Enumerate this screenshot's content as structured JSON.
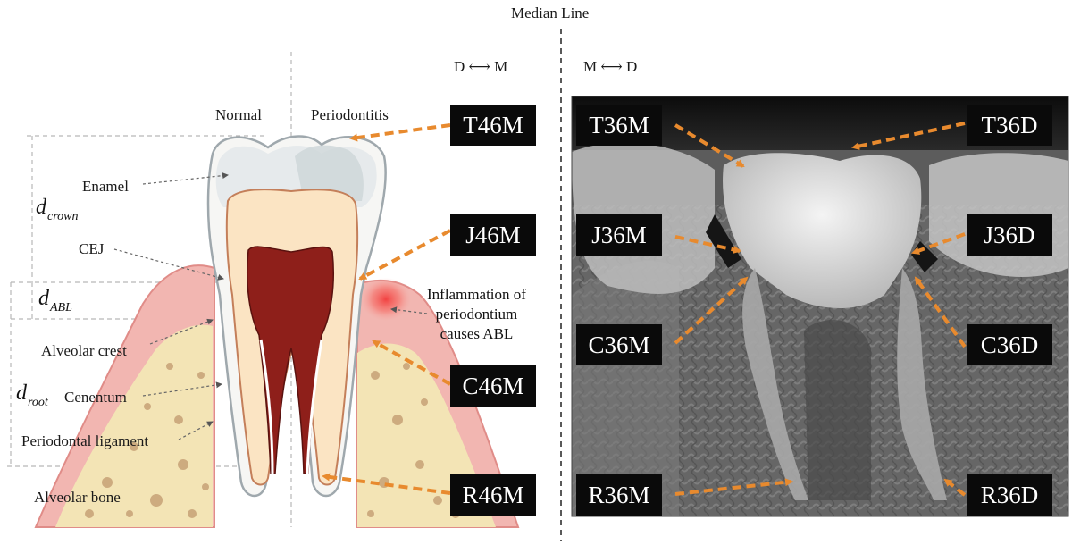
{
  "header": {
    "median_line": "Median Line"
  },
  "directions": {
    "left": "D ⟷ M",
    "right": "M ⟷ D"
  },
  "diagram": {
    "normal": "Normal",
    "periodontitis": "Periodontitis",
    "enamel": "Enamel",
    "cej": "CEJ",
    "alveolar_crest": "Alveolar crest",
    "cenentum": "Cenentum",
    "ligament": "Periodontal ligament",
    "alveolar_bone": "Alveolar bone",
    "inflammation": [
      "Inflammation of",
      "periodontium",
      "causes ABL"
    ],
    "d_crown": {
      "base": "d",
      "sub": "crown"
    },
    "d_abl": {
      "base": "d",
      "sub": "ABL"
    },
    "d_root": {
      "base": "d",
      "sub": "root"
    }
  },
  "tags": {
    "t46m": "T46M",
    "j46m": "J46M",
    "c46m": "C46M",
    "r46m": "R46M",
    "t36m": "T36M",
    "j36m": "J36M",
    "c36m": "C36M",
    "r36m": "R36M",
    "t36d": "T36D",
    "j36d": "J36D",
    "c36d": "C36D",
    "r36d": "R36D"
  },
  "colors": {
    "arrow": "#e88a2e",
    "gum": "#f0b3b0",
    "bone": "#f3e5b8",
    "bone_spot": "#c9a57a",
    "dentin": "#fbe4c3",
    "pulp": "#8e1f1a",
    "enamel": "#e9ecee",
    "tag_bg": "#0a0a0a"
  }
}
